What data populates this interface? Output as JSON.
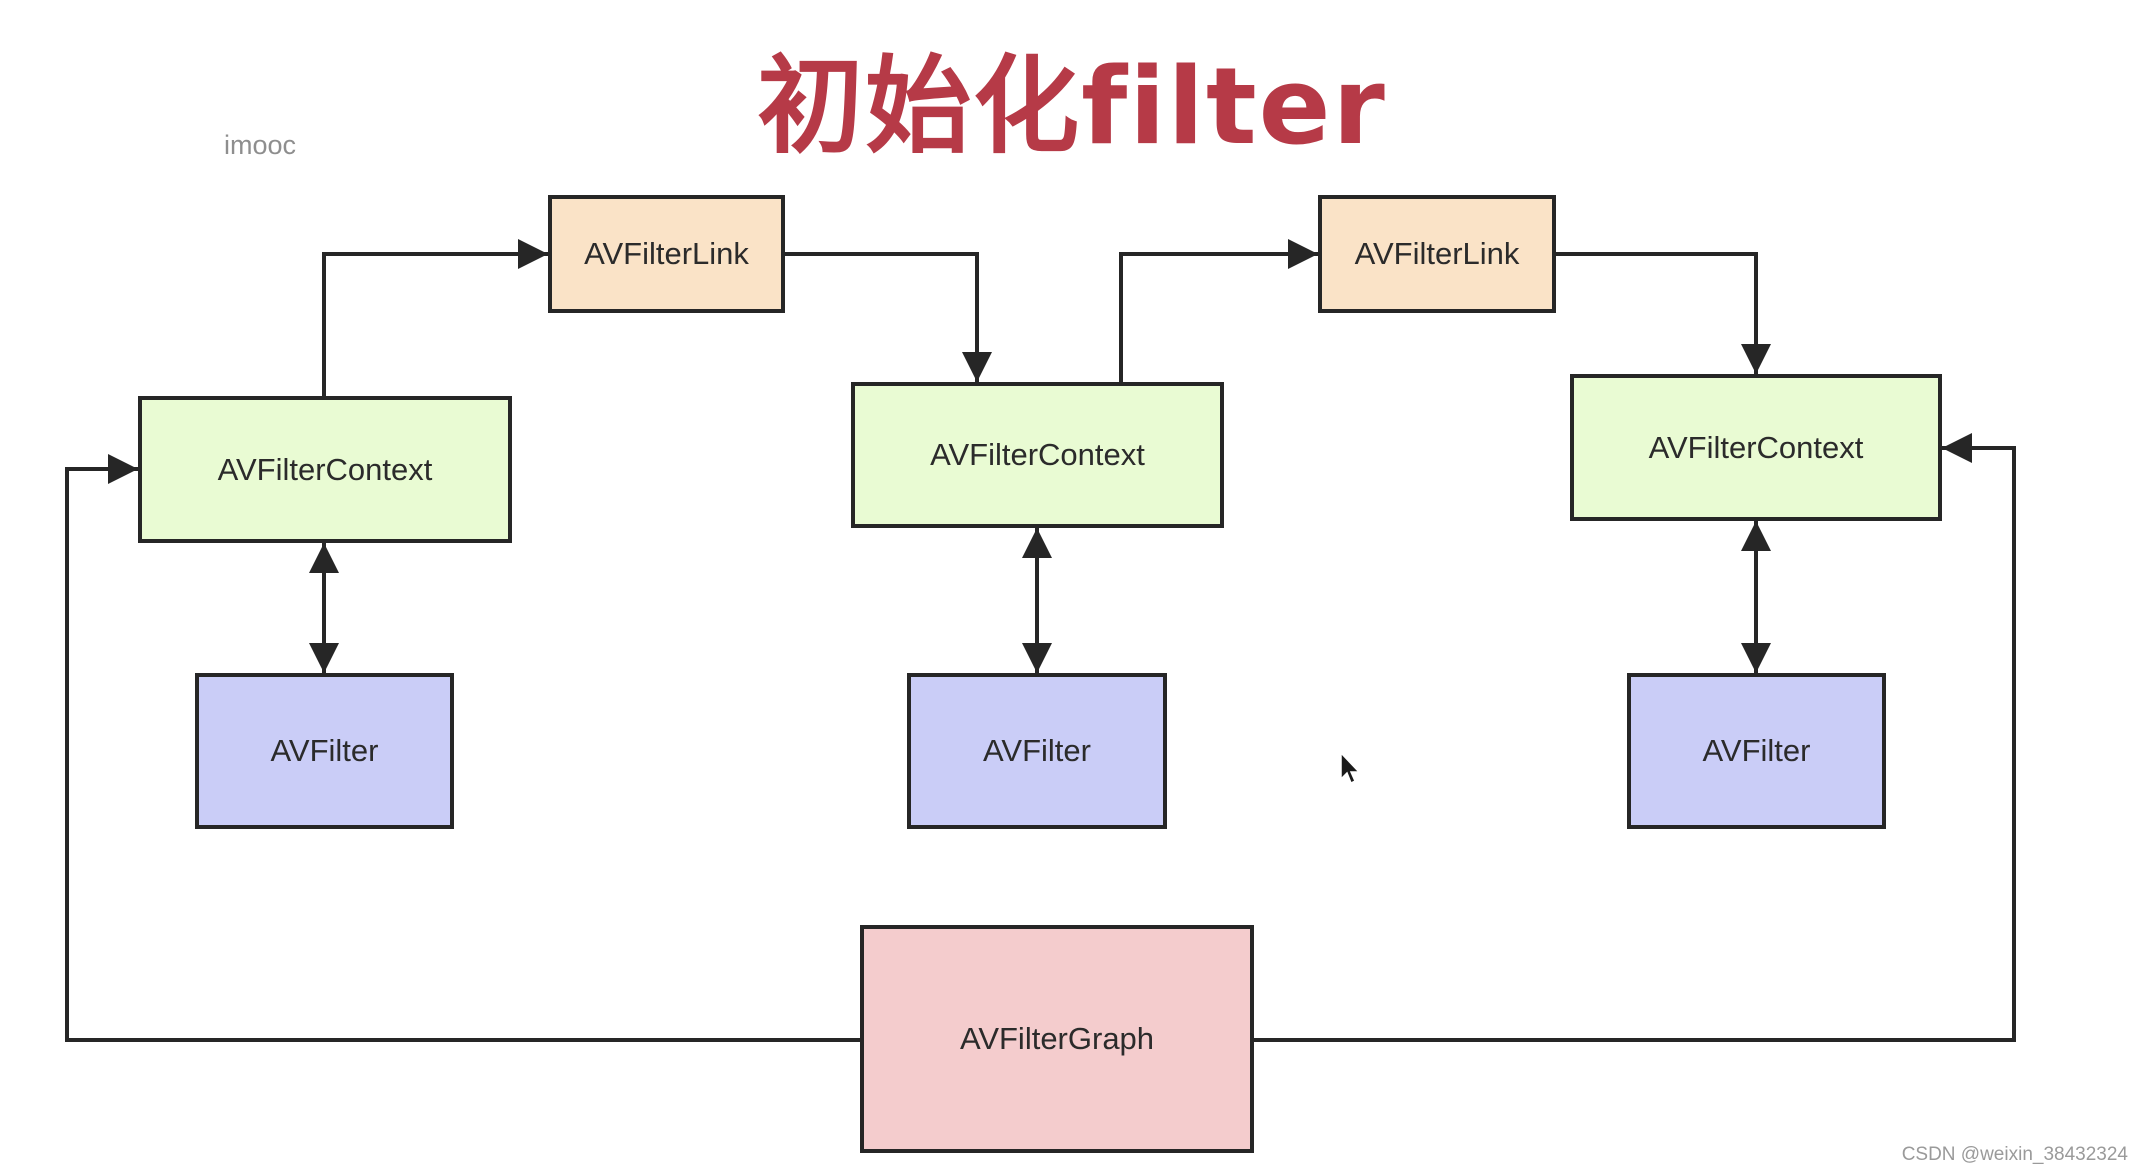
{
  "title": "初始化filter",
  "watermark": "imooc",
  "credit": "CSDN @weixin_38432324",
  "colors": {
    "title": "#b63a47",
    "link_fill": "#fae3c7",
    "context_fill": "#e9fbd3",
    "filter_fill": "#cacdf7",
    "graph_fill": "#f4cccd",
    "stroke": "#262626"
  },
  "nodes": {
    "link_1": "AVFilterLink",
    "link_2": "AVFilterLink",
    "context_1": "AVFilterContext",
    "context_2": "AVFilterContext",
    "context_3": "AVFilterContext",
    "filter_1": "AVFilter",
    "filter_2": "AVFilter",
    "filter_3": "AVFilter",
    "graph": "AVFilterGraph"
  },
  "edges": [
    {
      "from": "context_1",
      "to": "link_1",
      "direction": "forward"
    },
    {
      "from": "link_1",
      "to": "context_2",
      "direction": "forward"
    },
    {
      "from": "context_2",
      "to": "link_2",
      "direction": "forward"
    },
    {
      "from": "link_2",
      "to": "context_3",
      "direction": "forward"
    },
    {
      "from": "context_1",
      "to": "filter_1",
      "direction": "both"
    },
    {
      "from": "context_2",
      "to": "filter_2",
      "direction": "both"
    },
    {
      "from": "context_3",
      "to": "filter_3",
      "direction": "both"
    },
    {
      "from": "graph",
      "to": "context_1",
      "direction": "forward"
    },
    {
      "from": "graph",
      "to": "context_3",
      "direction": "forward"
    }
  ],
  "icons": {
    "cursor": "mouse-pointer-icon"
  }
}
